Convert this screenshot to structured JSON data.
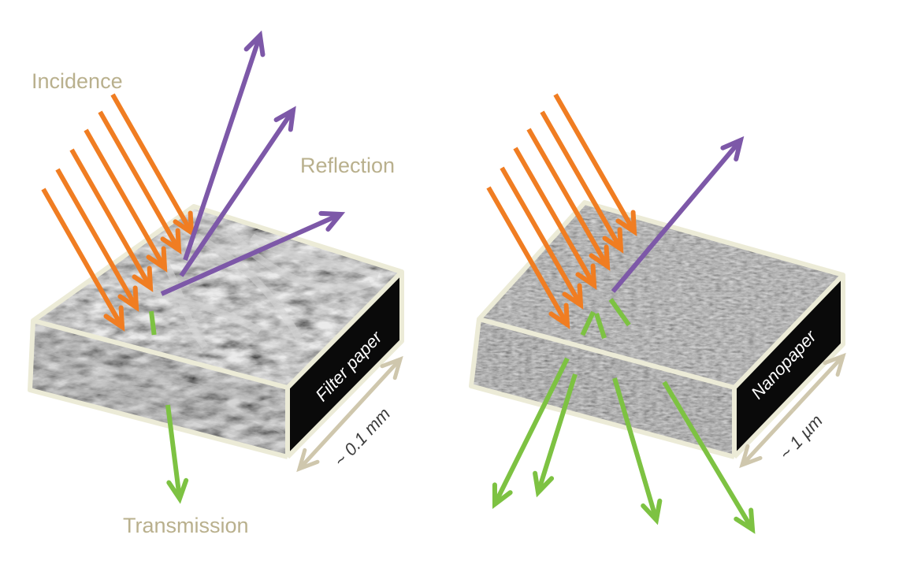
{
  "labels": {
    "incidence": "Incidence",
    "reflection": "Reflection",
    "transmission": "Transmission",
    "filter_paper": "Filter paper",
    "nanopaper": "Nanopaper",
    "scale_filter": "~ 0.1 mm",
    "scale_nano": "~ 1 µm"
  },
  "colors": {
    "incidence": "#f07d22",
    "reflection": "#7d58a8",
    "transmission": "#7dc242",
    "label_text": "#b9b08d",
    "scale_arrow": "#cfc7ad",
    "slab_border": "#ecebd7",
    "side_face": "#0a0a0a",
    "side_text": "#ffffff"
  },
  "icons": {
    "incident_arrow": "arrow-icon",
    "reflected_arrow": "arrow-icon",
    "transmitted_arrow": "arrow-icon",
    "scale_arrow": "double-arrow-icon"
  }
}
